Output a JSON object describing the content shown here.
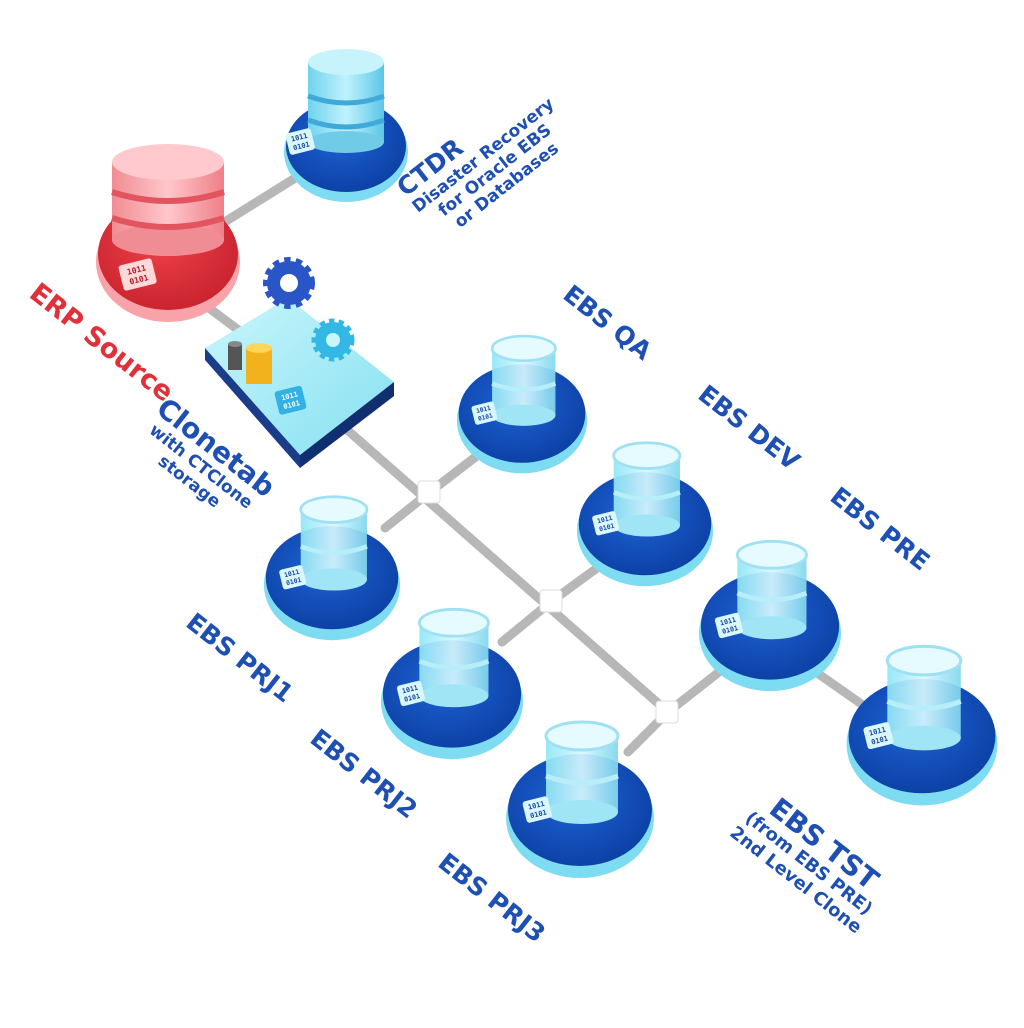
{
  "colors": {
    "accent_blue": "#1e4fb3",
    "source_red": "#e0303a",
    "link_grey": "#b4b4b4",
    "node_dark_blue": "#0d49b8",
    "node_light_cyan": "#7fe3f3",
    "source_pink": "#f7a8ad"
  },
  "icons": {
    "database": "cylinder-stack-icon",
    "binary_chip": "binary-1011-0101-icon",
    "gears": "gears-icon",
    "storage_box": "storage-box-icon"
  },
  "chip_text": {
    "line1": "1011",
    "line2": "0101"
  },
  "nodes": {
    "erp_source": {
      "label": "ERP Source",
      "color": "#e0303a"
    },
    "ctdr": {
      "title": "CTDR",
      "lines": [
        "Disaster Recovery",
        "for Oracle EBS",
        "or Databases"
      ]
    },
    "clonetab": {
      "title": "Clonetab",
      "lines": [
        "with CTClone",
        "storage"
      ]
    },
    "ebs_qa": {
      "label": "EBS QA"
    },
    "ebs_dev": {
      "label": "EBS DEV"
    },
    "ebs_pre": {
      "label": "EBS PRE"
    },
    "ebs_prj1": {
      "label": "EBS PRJ1"
    },
    "ebs_prj2": {
      "label": "EBS PRJ2"
    },
    "ebs_prj3": {
      "label": "EBS PRJ3"
    },
    "ebs_tst": {
      "title": "EBS TST",
      "lines": [
        "(from EBS PRE)",
        "2nd Level Clone"
      ]
    }
  }
}
